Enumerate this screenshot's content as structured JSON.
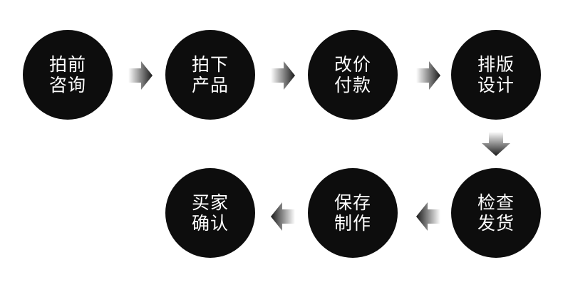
{
  "steps": [
    {
      "line1": "拍前",
      "line2": "咨询"
    },
    {
      "line1": "拍下",
      "line2": "产品"
    },
    {
      "line1": "改价",
      "line2": "付款"
    },
    {
      "line1": "排版",
      "line2": "设计"
    },
    {
      "line1": "检查",
      "line2": "发货"
    },
    {
      "line1": "保存",
      "line2": "制作"
    },
    {
      "line1": "买家",
      "line2": "确认"
    }
  ],
  "colors": {
    "circle": "#0d0d0d",
    "text": "#ffffff",
    "arrow_dark": "#1a1a1a",
    "arrow_light": "#ffffff"
  }
}
